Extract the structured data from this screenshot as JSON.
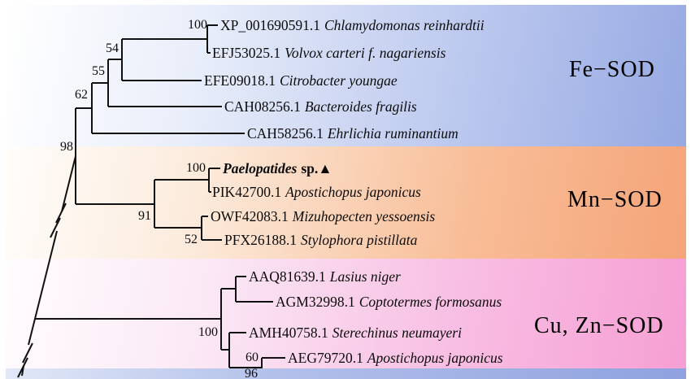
{
  "figure": {
    "type": "phylogenetic-tree",
    "sections": "three colored clade bands (Fe-SOD blue, Mn-SOD orange, Cu/Zn-SOD pink) with a further band starting at the bottom crop"
  },
  "groups": [
    {
      "label": "Fe−SOD"
    },
    {
      "label": "Mn−SOD"
    },
    {
      "label": "Cu, Zn−SOD"
    }
  ],
  "tree": {
    "taxa": [
      {
        "accession": "XP_001690591.1",
        "species": "Chlamydomonas reinhardtii",
        "suffix": "",
        "group": "Fe-SOD"
      },
      {
        "accession": "EFJ53025.1",
        "species": "Volvox carteri f. nagariensis",
        "suffix": "",
        "group": "Fe-SOD"
      },
      {
        "accession": "EFE09018.1",
        "species": "Citrobacter youngae",
        "suffix": "",
        "group": "Fe-SOD"
      },
      {
        "accession": "CAH08256.1",
        "species": "Bacteroides fragilis",
        "suffix": "",
        "group": "Fe-SOD"
      },
      {
        "accession": "CAH58256.1",
        "species": "Ehrlichia ruminantium",
        "suffix": "",
        "group": "Fe-SOD"
      },
      {
        "accession": "",
        "species": "Paelopatides",
        "suffix": "sp.▲",
        "group": "Mn-SOD",
        "highlight": true
      },
      {
        "accession": "PIK42700.1",
        "species": "Apostichopus japonicus",
        "suffix": "",
        "group": "Mn-SOD"
      },
      {
        "accession": "OWF42083.1",
        "species": "Mizuhopecten yessoensis",
        "suffix": "",
        "group": "Mn-SOD"
      },
      {
        "accession": "PFX26188.1",
        "species": "Stylophora pistillata",
        "suffix": "",
        "group": "Mn-SOD"
      },
      {
        "accession": "AAQ81639.1",
        "species": "Lasius niger",
        "suffix": "",
        "group": "Cu,Zn-SOD"
      },
      {
        "accession": "AGM32998.1",
        "species": "Coptotermes formosanus",
        "suffix": "",
        "group": "Cu,Zn-SOD"
      },
      {
        "accession": "AMH40758.1",
        "species": "Sterechinus neumayeri",
        "suffix": "",
        "group": "Cu,Zn-SOD"
      },
      {
        "accession": "AEG79720.1",
        "species": "Apostichopus japonicus",
        "suffix": "",
        "group": "Cu,Zn-SOD"
      }
    ],
    "bootstraps": [
      "100",
      "54",
      "55",
      "62",
      "98",
      "100",
      "91",
      "52",
      "100",
      "60",
      "96"
    ],
    "branch_breaks": 2
  },
  "colors": {
    "fe_band_right": "#96a9e2",
    "mn_band_right": "#f5a478",
    "cuzn_band_right": "#f69fd4",
    "next_band": "#8fa2df",
    "branch": "#111111",
    "text": "#0b0b0b"
  }
}
